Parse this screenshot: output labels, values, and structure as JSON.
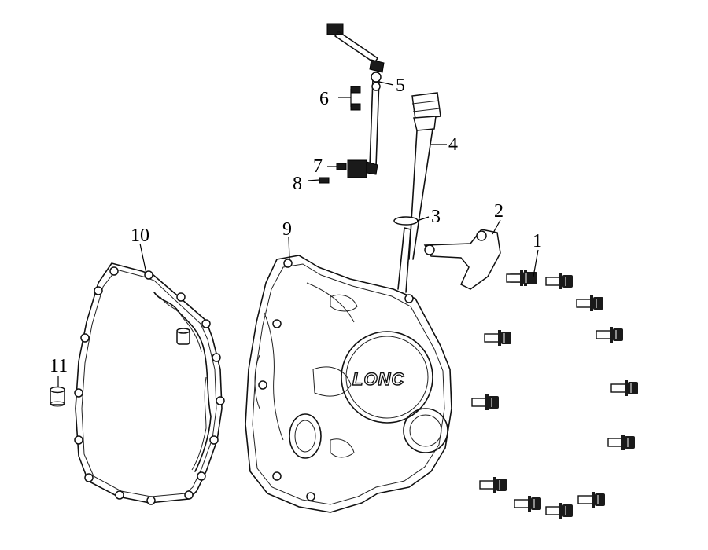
{
  "diagram": {
    "callouts": [
      {
        "id": "c1",
        "text": "1"
      },
      {
        "id": "c2",
        "text": "2"
      },
      {
        "id": "c3",
        "text": "3"
      },
      {
        "id": "c4",
        "text": "4"
      },
      {
        "id": "c5",
        "text": "5"
      },
      {
        "id": "c6",
        "text": "6"
      },
      {
        "id": "c7",
        "text": "7"
      },
      {
        "id": "c8",
        "text": "8"
      },
      {
        "id": "c9",
        "text": "9"
      },
      {
        "id": "c10",
        "text": "10"
      },
      {
        "id": "c11",
        "text": "11"
      }
    ],
    "cover_logo": "LONC",
    "bolt_count": 13
  },
  "colors": {
    "line": "#111111",
    "background": "#ffffff"
  }
}
